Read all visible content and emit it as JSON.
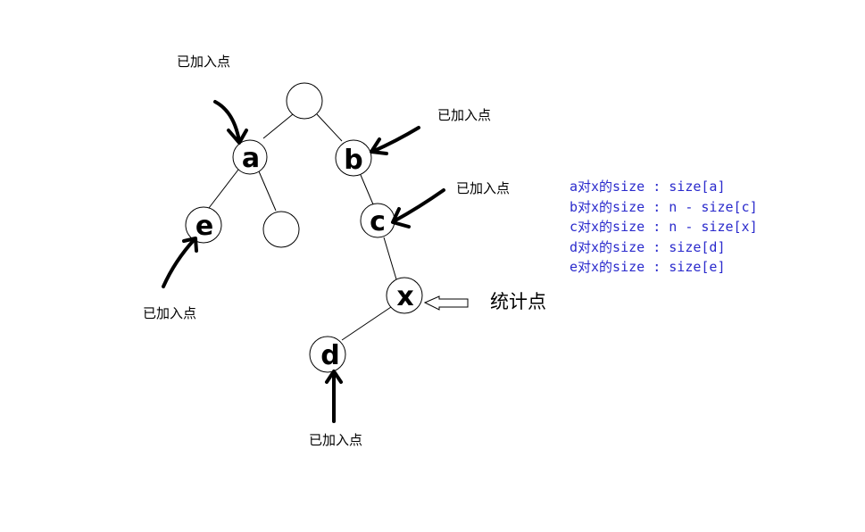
{
  "nodes": [
    {
      "id": "root",
      "letter": ""
    },
    {
      "id": "a",
      "letter": "a"
    },
    {
      "id": "b",
      "letter": "b"
    },
    {
      "id": "e",
      "letter": "e"
    },
    {
      "id": "blank",
      "letter": ""
    },
    {
      "id": "c",
      "letter": "c"
    },
    {
      "id": "x",
      "letter": "x"
    },
    {
      "id": "d",
      "letter": "d"
    }
  ],
  "labels": {
    "added_a": "已加入点",
    "added_b": "已加入点",
    "added_c": "已加入点",
    "added_e": "已加入点",
    "added_d": "已加入点",
    "stat": "统计点"
  },
  "formulas": [
    "a对x的size : size[a]",
    "b对x的size : n - size[c]",
    "c对x的size : n - size[x]",
    "d对x的size : size[d]",
    "e对x的size : size[e]"
  ],
  "colors": {
    "formula_text": "#2a2acc",
    "stroke": "#000000"
  }
}
